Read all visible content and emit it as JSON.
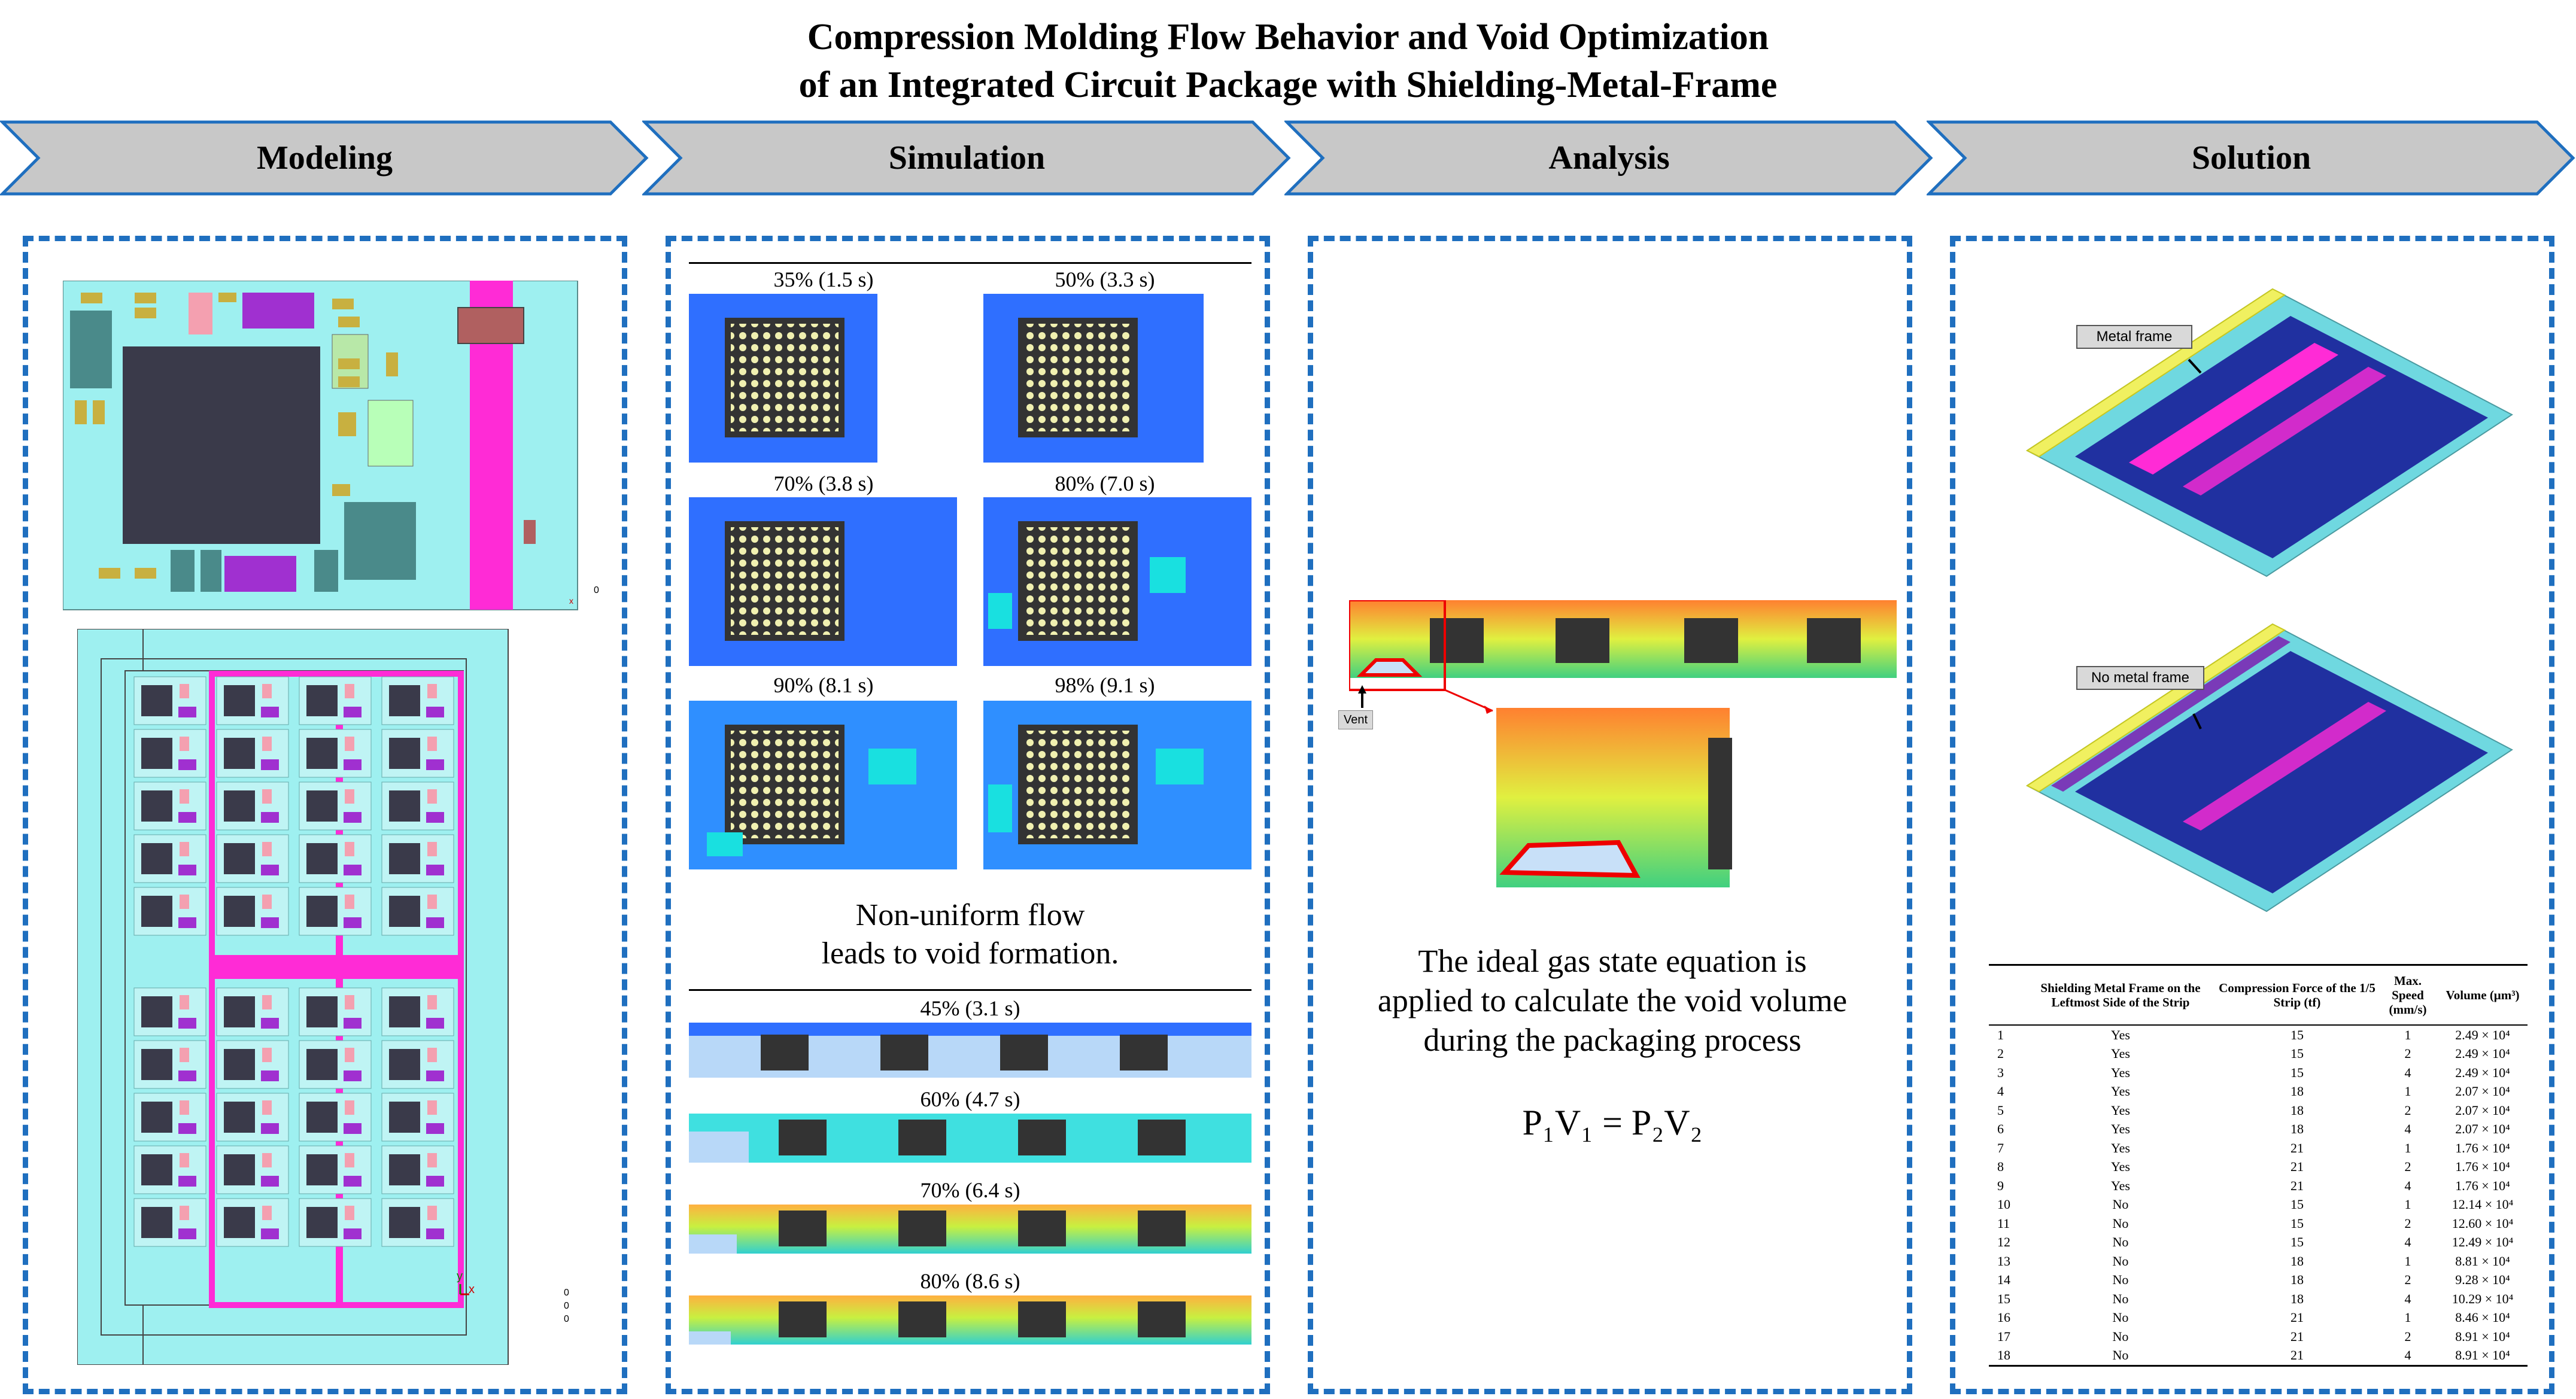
{
  "title": {
    "line1": "Compression Molding Flow Behavior and Void Optimization",
    "line2": "of an Integrated Circuit Package with Shielding-Metal-Frame"
  },
  "stages": [
    "Modeling",
    "Simulation",
    "Analysis",
    "Solution"
  ],
  "simulation": {
    "top_frames": [
      "35% (1.5 s)",
      "50% (3.3 s)",
      "70% (3.8 s)",
      "80% (7.0 s)",
      "90% (8.1 s)",
      "98% (9.1 s)"
    ],
    "caption_line1": "Non-uniform flow",
    "caption_line2": "leads to void formation.",
    "side_frames": [
      "45% (3.1 s)",
      "60% (4.7 s)",
      "70% (6.4 s)",
      "80% (8.6 s)"
    ]
  },
  "analysis": {
    "vent_label": "Vent",
    "text_line1": "The ideal gas state equation is",
    "text_line2": "applied to calculate the void volume",
    "text_line3": "during the packaging process",
    "equation": "P₁V₁ = P₂V₂"
  },
  "solution": {
    "callout_metal": "Metal frame",
    "callout_nometal": "No metal frame",
    "table": {
      "headers": [
        "",
        "Shielding Metal Frame on the Leftmost Side of the Strip",
        "Compression Force of the 1/5 Strip (tf)",
        "Max. Speed (mm/s)",
        "Volume (μm³)"
      ],
      "rows": [
        [
          "1",
          "Yes",
          "15",
          "1",
          "2.49 × 10⁴"
        ],
        [
          "2",
          "Yes",
          "15",
          "2",
          "2.49 × 10⁴"
        ],
        [
          "3",
          "Yes",
          "15",
          "4",
          "2.49 × 10⁴"
        ],
        [
          "4",
          "Yes",
          "18",
          "1",
          "2.07 × 10⁴"
        ],
        [
          "5",
          "Yes",
          "18",
          "2",
          "2.07 × 10⁴"
        ],
        [
          "6",
          "Yes",
          "18",
          "4",
          "2.07 × 10⁴"
        ],
        [
          "7",
          "Yes",
          "21",
          "1",
          "1.76 × 10⁴"
        ],
        [
          "8",
          "Yes",
          "21",
          "2",
          "1.76 × 10⁴"
        ],
        [
          "9",
          "Yes",
          "21",
          "4",
          "1.76 × 10⁴"
        ],
        [
          "10",
          "No",
          "15",
          "1",
          "12.14 × 10⁴"
        ],
        [
          "11",
          "No",
          "15",
          "2",
          "12.60 × 10⁴"
        ],
        [
          "12",
          "No",
          "15",
          "4",
          "12.49 × 10⁴"
        ],
        [
          "13",
          "No",
          "18",
          "1",
          "8.81 × 10⁴"
        ],
        [
          "14",
          "No",
          "18",
          "2",
          "9.28 × 10⁴"
        ],
        [
          "15",
          "No",
          "18",
          "4",
          "10.29 × 10⁴"
        ],
        [
          "16",
          "No",
          "21",
          "1",
          "8.46 × 10⁴"
        ],
        [
          "17",
          "No",
          "21",
          "2",
          "8.91 × 10⁴"
        ],
        [
          "18",
          "No",
          "21",
          "4",
          "8.91 × 10⁴"
        ]
      ]
    }
  },
  "modeling": {
    "axis_x": "x",
    "axis_y": "y",
    "axis_values": [
      "0",
      "0",
      "0"
    ]
  },
  "colors": {
    "panel_border": "#1f6fbf",
    "chevron_fill": "#c8c8c8",
    "chevron_stroke": "#1f6fbf",
    "substrate": "#9ef0f0",
    "metal_frame": "#ff2bd6",
    "chip": "#3a3a4a"
  }
}
